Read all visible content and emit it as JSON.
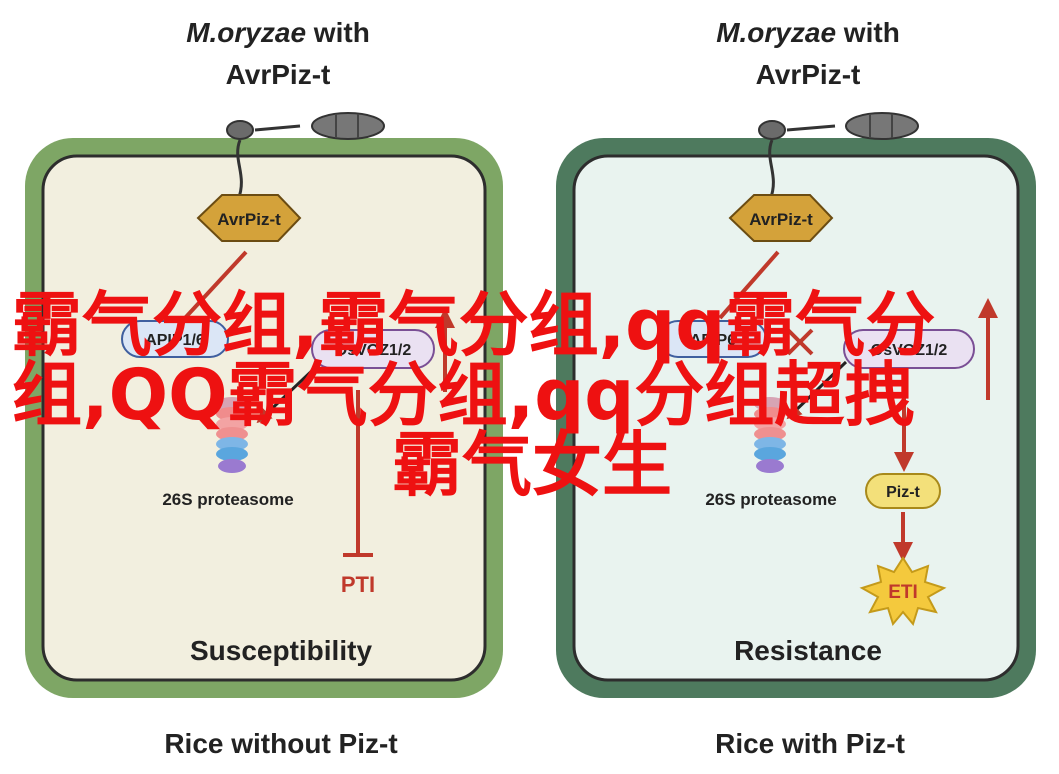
{
  "colors": {
    "left_border": "#7ea665",
    "left_fill": "#f2efdf",
    "right_border": "#4e7a5e",
    "right_fill": "#e9f3ef",
    "avrpiz_fill": "#d4a23a",
    "arrow_red": "#c0392b",
    "apip_fill": "#dbe6f6",
    "apip_stroke": "#3f5f9f",
    "ospovoz_fill": "#eae1f2",
    "ospovoz_stroke": "#7a4f95",
    "piz_fill": "#f3e07a",
    "eti_fill": "#f4c93d",
    "overlay_red": "#ee1111"
  },
  "left": {
    "title_italic": "M.oryzae",
    "title_rest": " with",
    "title_line2": "AvrPiz-t",
    "avrpiz_label": "AvrPiz-t",
    "apip_label": "APIP1/6",
    "ospovoz_label": "OsVOZ1/2",
    "proteasome_label": "26S proteasome",
    "pti_label": "PTI",
    "outcome": "Susceptibility",
    "caption": "Rice without Piz-t"
  },
  "right": {
    "title_italic": "M.oryzae",
    "title_rest": " with",
    "title_line2": "AvrPiz-t",
    "avrpiz_label": "AvrPiz-t",
    "apip_label": "APIP6",
    "ospovoz_label": "OsVOZ1/2",
    "proteasome_label": "26S proteasome",
    "piz_label": "Piz-t",
    "eti_label": "ETI",
    "outcome": "Resistance",
    "caption": "Rice with Piz-t"
  },
  "overlay": {
    "line1": "霸气分组,霸气分组,qq霸气分",
    "line2": "组,QQ霸气分组,qq分组超拽",
    "line3": "霸气女生"
  }
}
